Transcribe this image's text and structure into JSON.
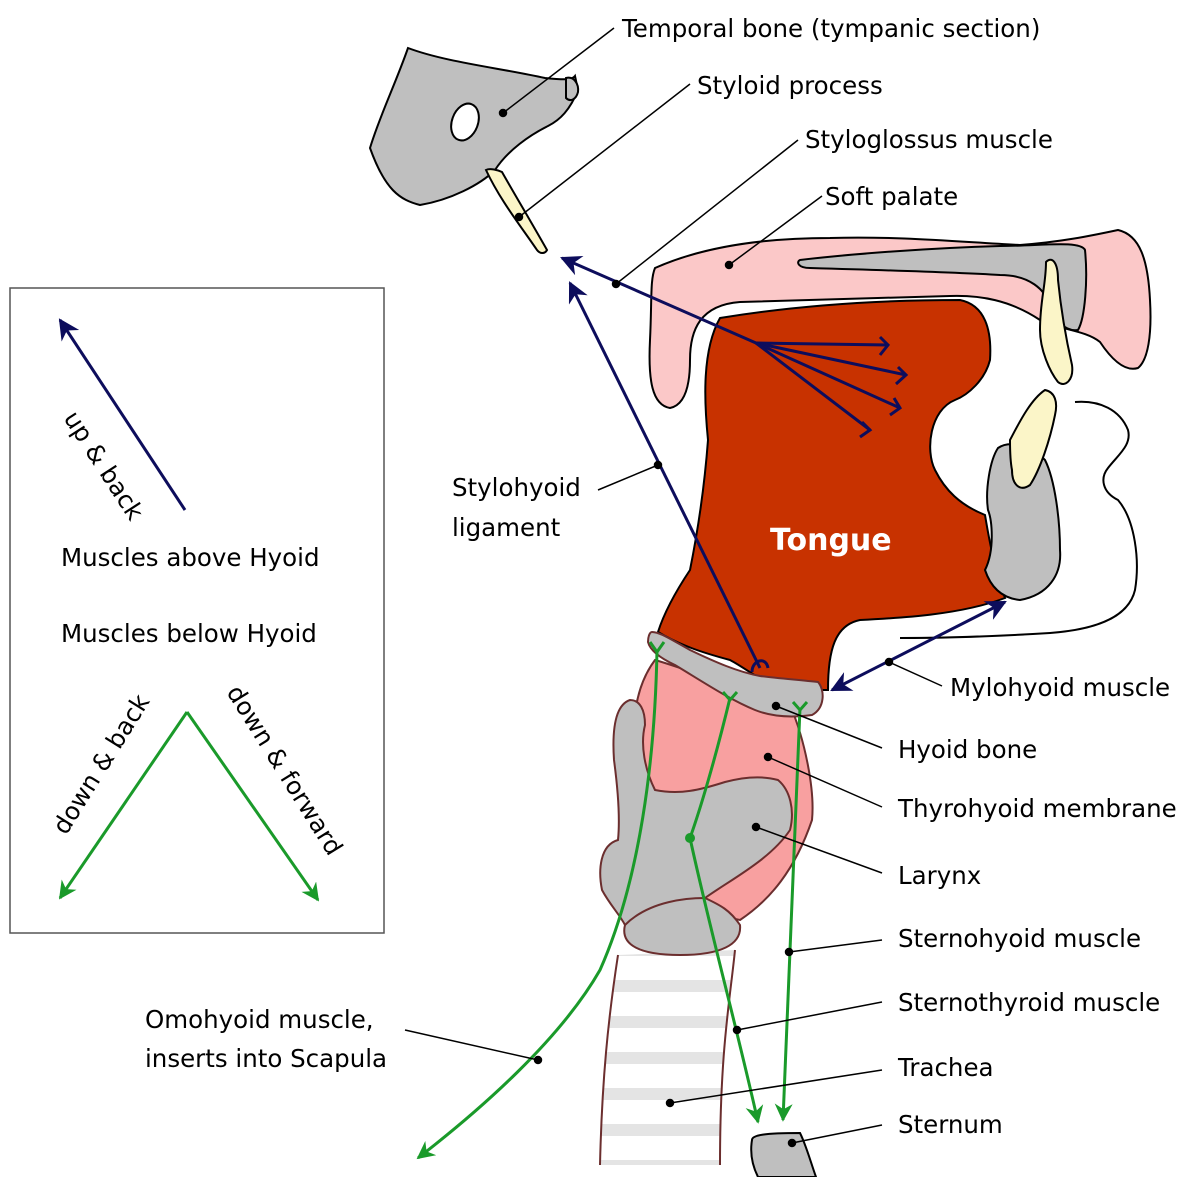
{
  "labels": {
    "temporal_bone": "Temporal bone (tympanic section)",
    "styloid_process": "Styloid process",
    "styloglossus": "Styloglossus muscle",
    "soft_palate": "Soft palate",
    "stylohyoid_line1": "Stylohyoid",
    "stylohyoid_line2": "ligament",
    "tongue": "Tongue",
    "mylohyoid": "Mylohyoid muscle",
    "hyoid": "Hyoid bone",
    "thyrohyoid": "Thyrohyoid membrane",
    "larynx": "Larynx",
    "sternohyoid": "Sternohyoid muscle",
    "sternothyroid": "Sternothyroid muscle",
    "omohyoid_line1": "Omohyoid muscle,",
    "omohyoid_line2": "inserts into Scapula",
    "trachea": "Trachea",
    "sternum": "Sternum"
  },
  "legend": {
    "up_back": "up & back",
    "above": "Muscles above Hyoid",
    "below": "Muscles below Hyoid",
    "down_back": "down & back",
    "down_forward": "down & forward"
  },
  "colors": {
    "navy": "#0d0d5c",
    "green": "#1a9a2a",
    "tongue": "#c83200",
    "bone": "#bfbfbf",
    "palate": "#fbc8c8",
    "membrane": "#f8a0a0",
    "tooth": "#fbf5c8"
  }
}
